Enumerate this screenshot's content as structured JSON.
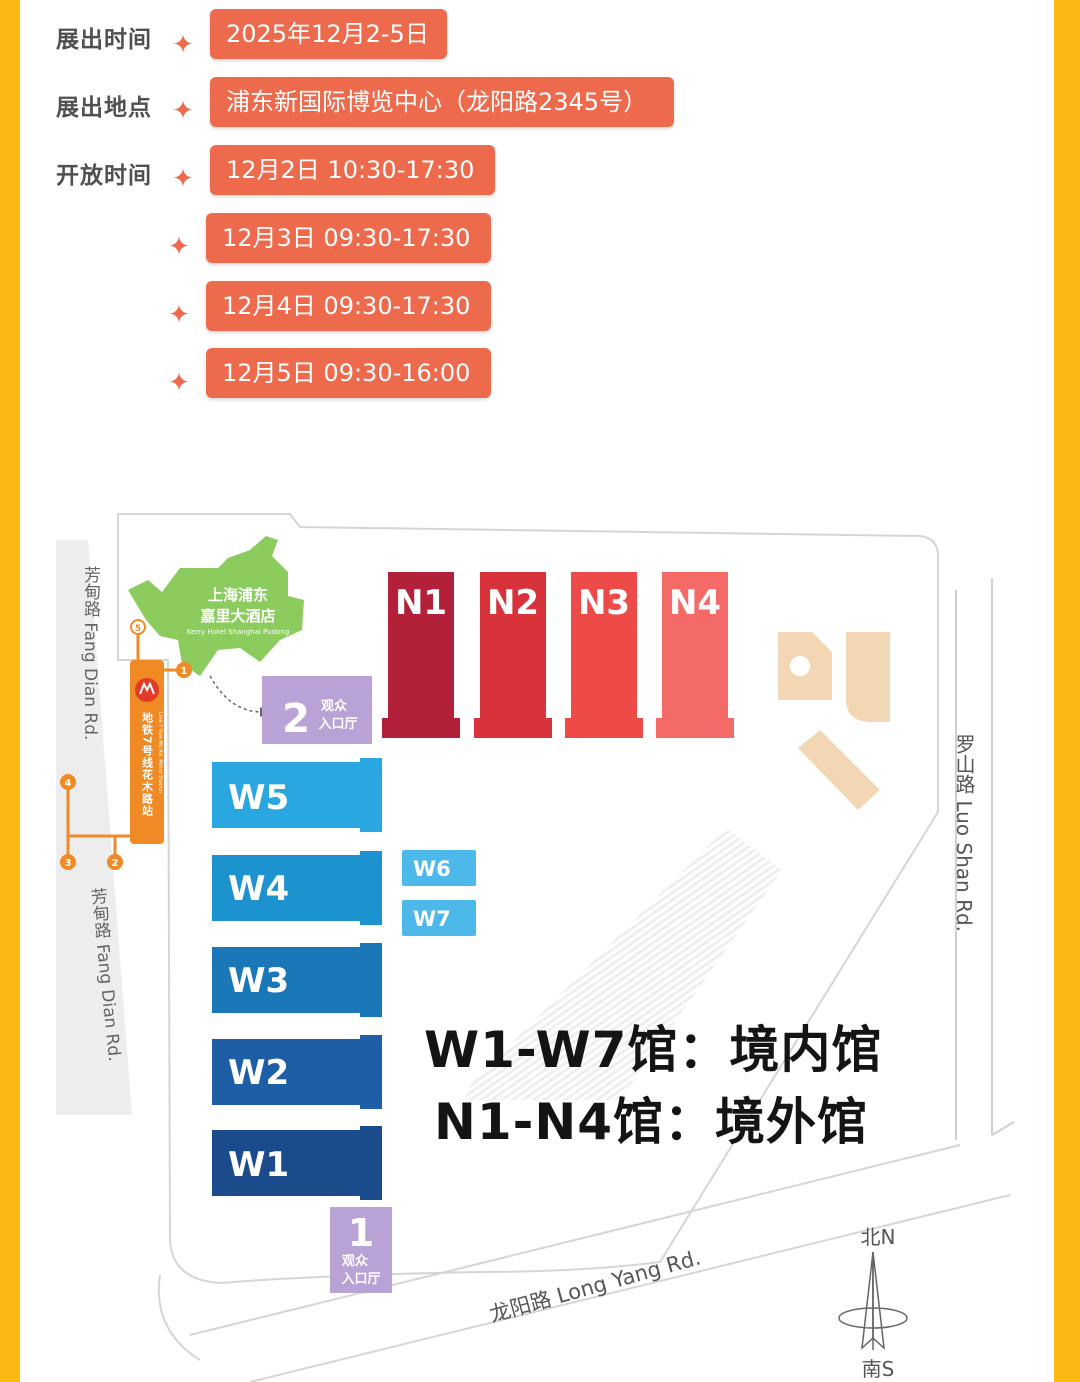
{
  "info": {
    "rows": [
      {
        "label": "展出时间",
        "value": "2025年12月2-5日"
      },
      {
        "label": "展出地点",
        "value": "浦东新国际博览中心（龙阳路2345号）"
      },
      {
        "label": "开放时间",
        "value": "12月2日  10:30-17:30"
      },
      {
        "label": "",
        "value": "12月3日  09:30-17:30"
      },
      {
        "label": "",
        "value": "12月4日  09:30-17:30"
      },
      {
        "label": "",
        "value": "12月5日  09:30-16:00"
      }
    ]
  },
  "colors": {
    "frame": "#FDB913",
    "pill": "#EE6A4D",
    "metro": "#F08A24",
    "hotel": "#8CCB5E",
    "entrance": "#B9A2D6",
    "n_halls": [
      "#B3203A",
      "#D8333B",
      "#EE4A48",
      "#F46A66"
    ],
    "w_halls": [
      "#1C4B8C",
      "#1E5EA6",
      "#1A78B8",
      "#1C93CF",
      "#2AA7E0"
    ]
  },
  "map": {
    "hotel_name": "上海浦东",
    "hotel_name2": "嘉里大酒店",
    "hotel_en": "Kerry Hotel Shanghai Pudong",
    "metro_station": "地铁7号线花木路站",
    "metro_en": "Line 7 Hua Mu Rd. Metro Station",
    "metro_exits": [
      "5",
      "1",
      "4",
      "3",
      "2"
    ],
    "roads": {
      "fang_dian_top": "芳甸路 Fang Dian Rd.",
      "fang_dian_bottom": "芳甸路 Fang Dian Rd.",
      "luo_shan": "罗山路 Luo Shan Rd.",
      "long_yang": "龙阳路 Long Yang Rd."
    },
    "halls_n": [
      "N1",
      "N2",
      "N3",
      "N4"
    ],
    "halls_w_left": [
      "W5",
      "W4",
      "W3",
      "W2",
      "W1"
    ],
    "halls_w_small": [
      "W6",
      "W7"
    ],
    "entrance2": {
      "num": "2",
      "line1": "观众",
      "line2": "入口厅"
    },
    "entrance1": {
      "num": "1",
      "line1": "观众",
      "line2": "入口厅"
    },
    "compass": {
      "north": "北N",
      "south": "南S"
    },
    "legend": [
      "W1-W7馆：境内馆",
      "N1-N4馆：境外馆"
    ]
  }
}
